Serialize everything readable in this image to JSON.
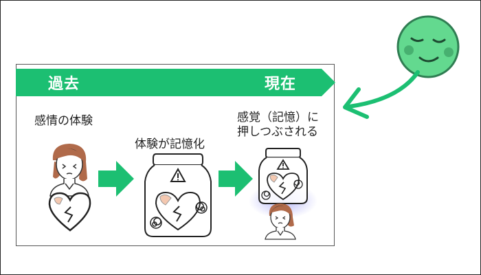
{
  "timeline": {
    "past_label": "過去",
    "present_label": "現在"
  },
  "steps": [
    {
      "label": "感情の体験"
    },
    {
      "label": "体験が記憶化"
    },
    {
      "label_line1": "感覚（記憶）に",
      "label_line2": "押しつぶされる"
    }
  ],
  "colors": {
    "accent_green": "#1cbf72",
    "face_green": "#63d98f",
    "hair_brown": "#b06a4a",
    "glow_blue": "#7b7bf0"
  },
  "icons": [
    "smiley-face-icon",
    "warning-icon",
    "broken-heart-icon",
    "jar-icon",
    "woman-icon"
  ]
}
